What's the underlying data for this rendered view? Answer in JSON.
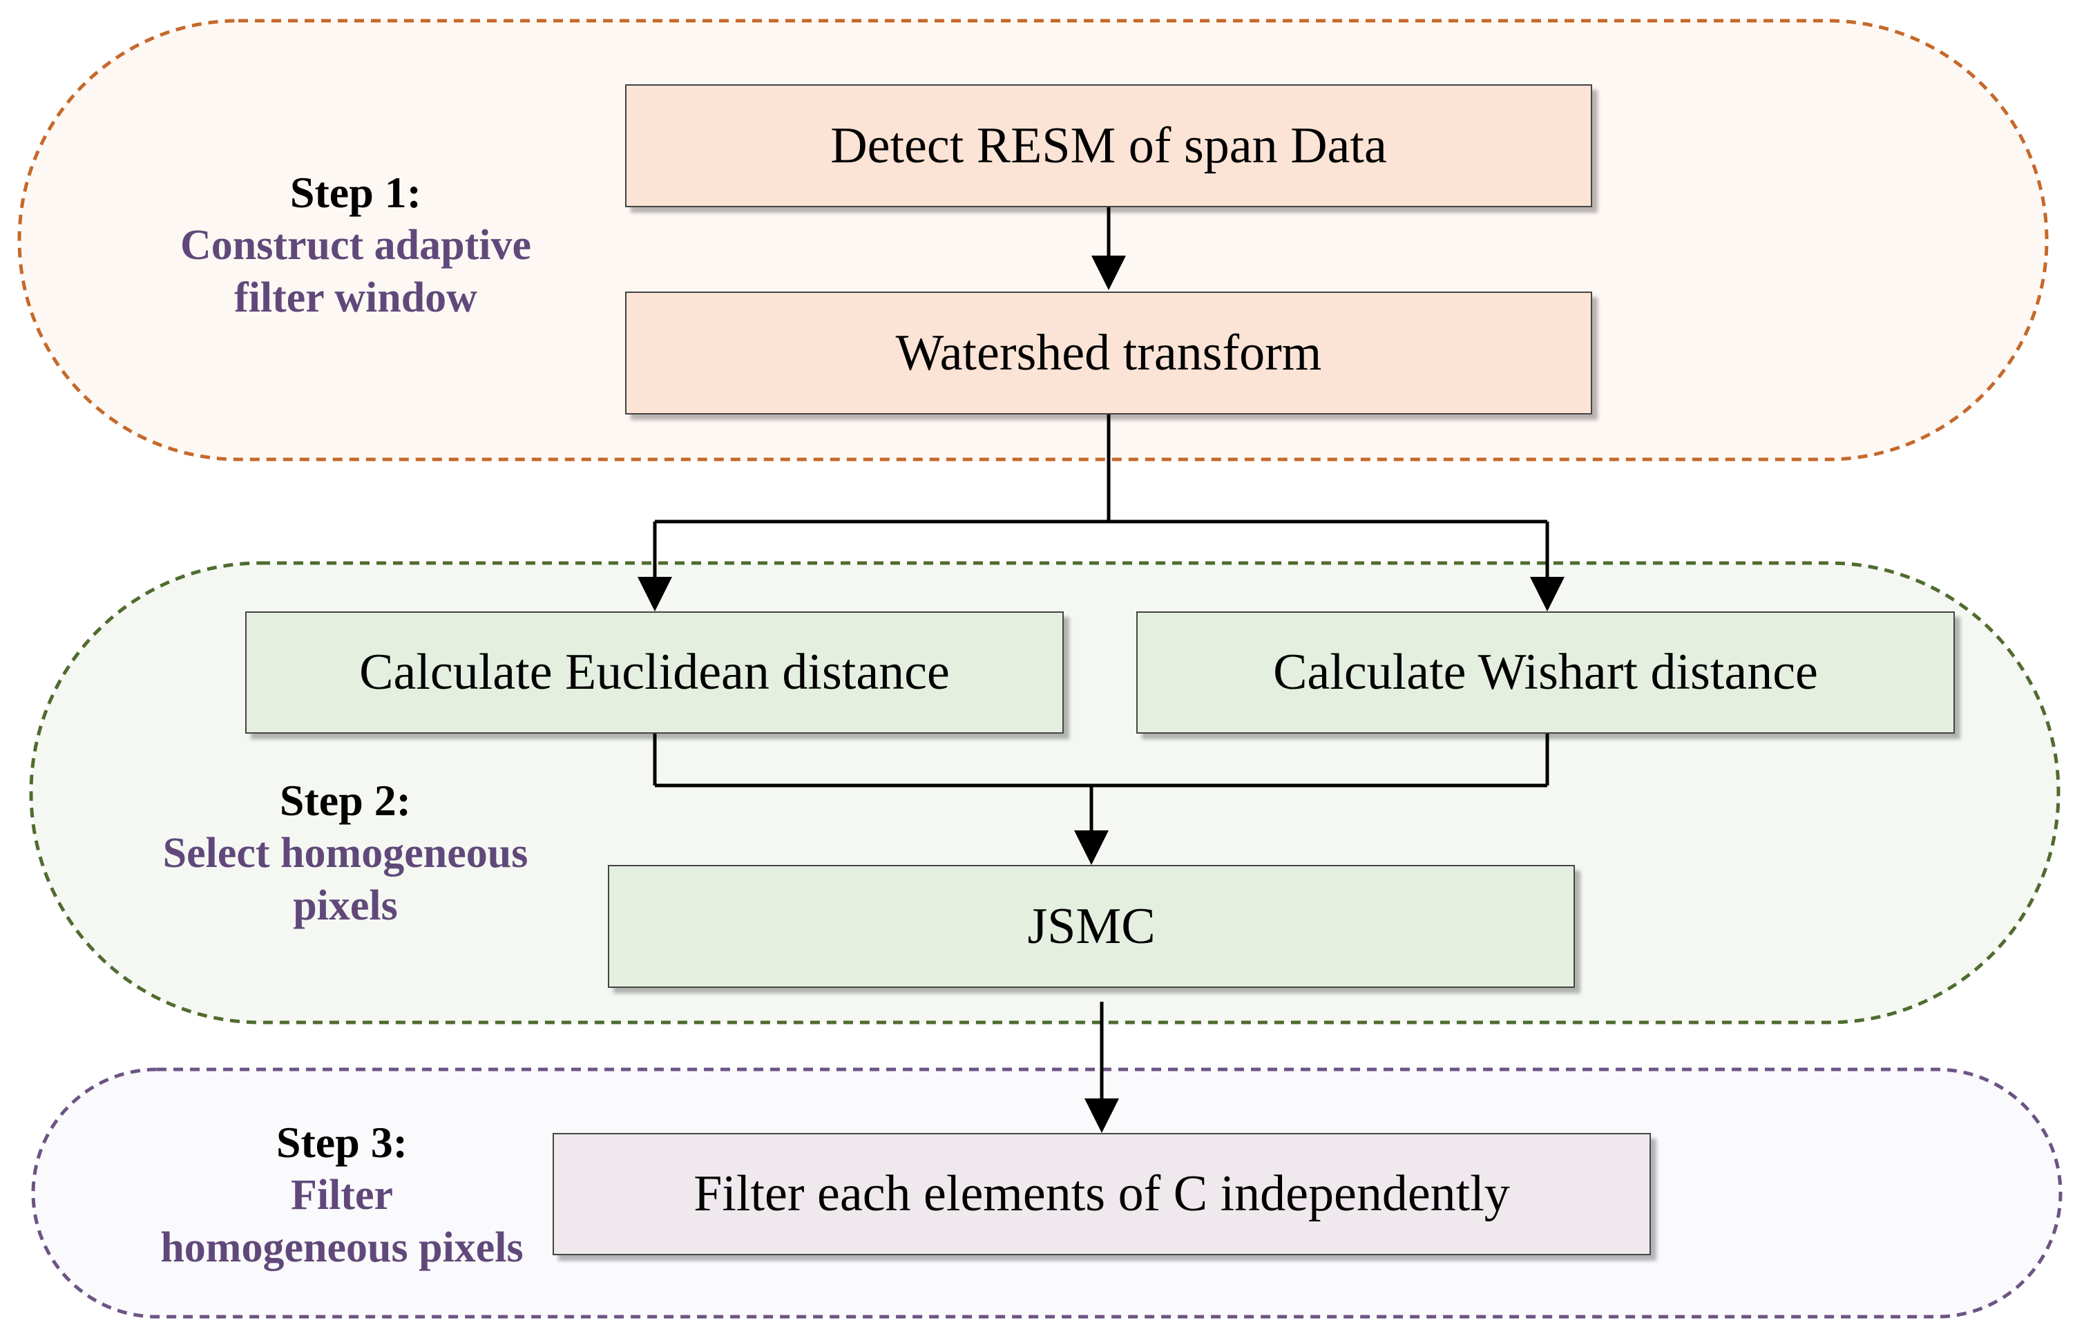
{
  "colors": {
    "step1_border": "#c5692b",
    "step1_fill": "#fef8f4",
    "step2_border": "#4f6b2f",
    "step2_fill": "#f5f8f2",
    "step3_border": "#6d5484",
    "step3_fill": "#faf9fc",
    "subtitle": "#60497a",
    "arrow": "#000000"
  },
  "steps": {
    "step1": {
      "title": "Step 1:",
      "subtitle_line1": "Construct adaptive",
      "subtitle_line2": "filter window"
    },
    "step2": {
      "title": "Step 2:",
      "subtitle_line1": "Select homogeneous",
      "subtitle_line2": "pixels"
    },
    "step3": {
      "title": "Step 3:",
      "subtitle_line1": "Filter",
      "subtitle_line2": "homogeneous pixels"
    }
  },
  "boxes": {
    "detect_resm": "Detect RESM of span Data",
    "watershed": "Watershed transform",
    "euclidean": "Calculate Euclidean distance",
    "wishart": "Calculate Wishart distance",
    "jsmc": "JSMC",
    "filter_elements": "Filter each elements of C independently"
  }
}
